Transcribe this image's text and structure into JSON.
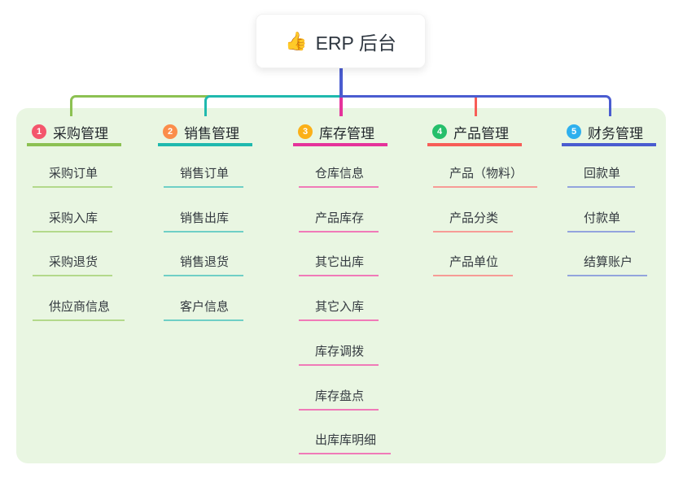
{
  "root": {
    "icon": "👍",
    "title": "ERP 后台"
  },
  "branches": [
    {
      "num": "1",
      "label": "采购管理",
      "badge_color": "#f4566c",
      "line_color": "#8cc152",
      "line_light": "#b3d98b",
      "children": [
        "采购订单",
        "采购入库",
        "采购退货",
        "供应商信息"
      ]
    },
    {
      "num": "2",
      "label": "销售管理",
      "badge_color": "#fb8d4b",
      "line_color": "#1fb9ae",
      "line_light": "#6fcfc6",
      "children": [
        "销售订单",
        "销售出库",
        "销售退货",
        "客户信息"
      ]
    },
    {
      "num": "3",
      "label": "库存管理",
      "badge_color": "#fbb018",
      "line_color": "#e5339b",
      "line_light": "#f07ab8",
      "children": [
        "仓库信息",
        "产品库存",
        "其它出库",
        "其它入库",
        "库存调拨",
        "库存盘点",
        "出库库明细"
      ]
    },
    {
      "num": "4",
      "label": "产品管理",
      "badge_color": "#26bf6b",
      "line_color": "#f75d57",
      "line_light": "#f79b96",
      "children": [
        "产品（物料）",
        "产品分类",
        "产品单位"
      ]
    },
    {
      "num": "5",
      "label": "财务管理",
      "badge_color": "#2eb0ee",
      "line_color": "#4a5cd0",
      "line_light": "#93a4dd",
      "children": [
        "回款单",
        "付款单",
        "结算账户"
      ]
    }
  ],
  "colors": {
    "panel_bg": "#e9f6e2",
    "trunk_blue": "#4a5cd0",
    "header_text": "#23282d",
    "child_text": "#343a40"
  }
}
